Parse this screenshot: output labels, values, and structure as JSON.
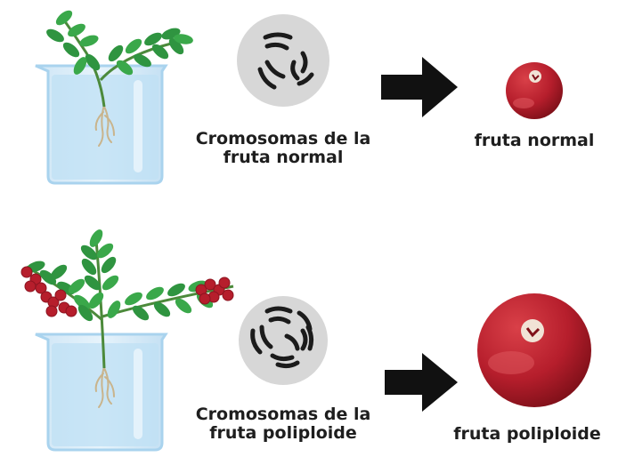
{
  "rows": [
    {
      "chromosome_label": [
        "Cromosomas de la",
        "fruta normal"
      ],
      "fruit_label": "fruta normal"
    },
    {
      "chromosome_label": [
        "Cromosomas de la",
        "fruta poliploide"
      ],
      "fruit_label": "fruta poliploide"
    }
  ],
  "colors": {
    "leaf": "#3aa84a",
    "leaf_dark": "#2a7f36",
    "stem": "#4c8a3b",
    "root": "#c9b48c",
    "glass": "#d6eaf7",
    "glass_edge": "#a9d3ee",
    "water": "#bfe0f4",
    "cell": "#d7d7d7",
    "chromosome": "#1b1b1b",
    "arrow": "#111111",
    "berry": "#b61e2c",
    "berry_dark": "#8d1420",
    "berry_highlight": "#e05a60"
  },
  "icons": [
    "beaker-icon",
    "plant-icon",
    "chromosome-cell-icon",
    "arrow-right-icon",
    "cranberry-icon"
  ]
}
